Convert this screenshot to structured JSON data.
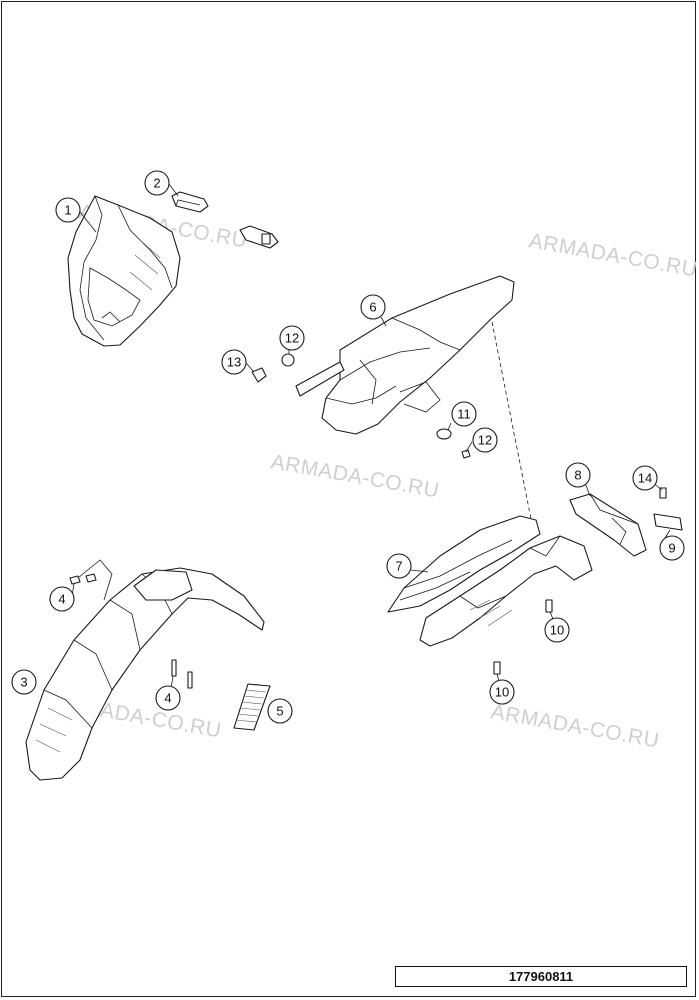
{
  "watermarks": [
    "ARMADA-CO.RU",
    "ARMADA-CO.RU",
    "ARMADA-CO.RU",
    "ARMADA-CO.RU"
  ],
  "callouts": {
    "c1": "1",
    "c2": "2",
    "c3": "3",
    "c4a": "4",
    "c4b": "4",
    "c5": "5",
    "c6": "6",
    "c7": "7",
    "c8": "8",
    "c9": "9",
    "c10a": "10",
    "c10b": "10",
    "c11": "11",
    "c12a": "12",
    "c12b": "12",
    "c13": "13",
    "c14": "14"
  },
  "reference_number": "177960811"
}
